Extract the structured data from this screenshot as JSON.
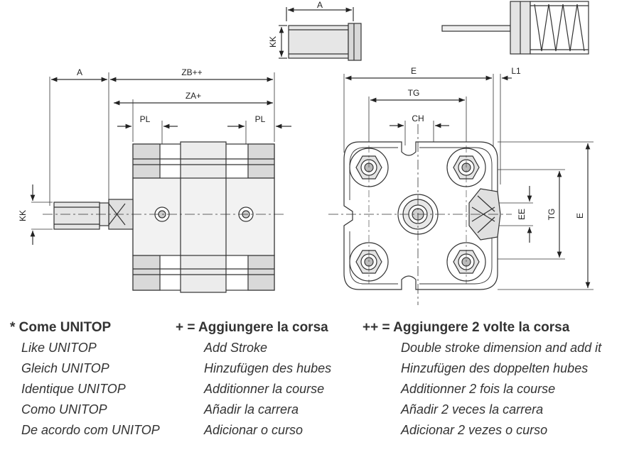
{
  "dimensions": {
    "a_top": "A",
    "kk_top": "KK",
    "a_side": "A",
    "zb": "ZB++",
    "za": "ZA+",
    "pl_left": "PL",
    "pl_right": "PL",
    "kk_side": "KK",
    "e_top": "E",
    "l1": "L1",
    "tg_top": "TG",
    "ch": "CH",
    "ee": "EE",
    "tg_right": "TG",
    "e_right": "E"
  },
  "legend": {
    "col1": {
      "heading": "* Come UNITOP",
      "items": [
        "Like UNITOP",
        "Gleich UNITOP",
        "Identique UNITOP",
        "Como UNITOP",
        "De acordo com UNITOP"
      ]
    },
    "col2": {
      "heading": "+ = Aggiungere la corsa",
      "items": [
        "Add Stroke",
        "Hinzufügen des hubes",
        "Additionner la course",
        "Añadir la carrera",
        "Adicionar o curso"
      ]
    },
    "col3": {
      "heading": "++ = Aggiungere 2 volte la corsa",
      "items": [
        "Double stroke dimension and add it",
        "Hinzufügen des doppelten hubes",
        "Additionner 2 fois la course",
        "Añadir 2 veces la carrera",
        "Adicionar 2 vezes o curso"
      ]
    }
  }
}
